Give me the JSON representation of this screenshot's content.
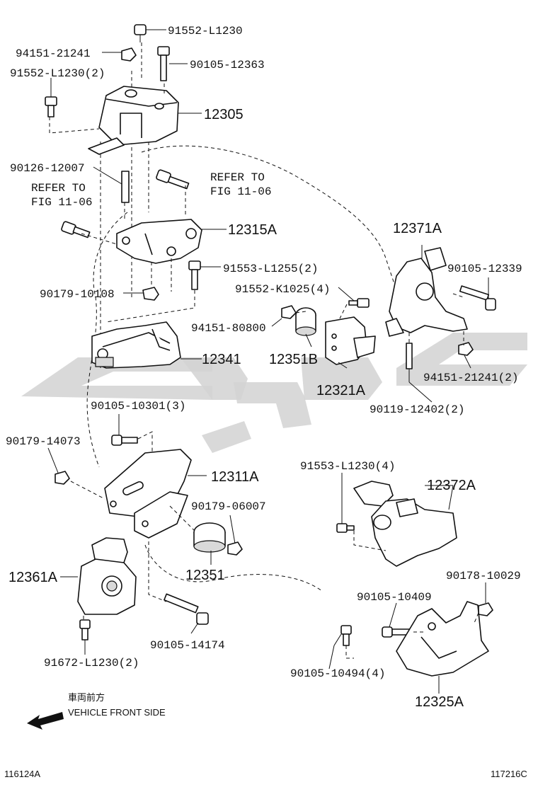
{
  "labels": {
    "p_91552_L1230": "91552-L1230",
    "p_94151_21241": "94151-21241",
    "p_91552_L1230_2": "91552-L1230(2)",
    "p_90105_12363": "90105-12363",
    "p_12305": "12305",
    "p_90126_12007": "90126-12007",
    "refer1_a": "REFER TO",
    "refer1_b": "FIG 11-06",
    "refer2_a": "REFER TO",
    "refer2_b": "FIG 11-06",
    "p_12315A": "12315A",
    "p_12371A": "12371A",
    "p_91553_L1255_2": "91553-L1255(2)",
    "p_90105_12339": "90105-12339",
    "p_90179_10108": "90179-10108",
    "p_91552_K1025_4": "91552-K1025(4)",
    "p_94151_80800": "94151-80800",
    "p_12341": "12341",
    "p_12351B": "12351B",
    "p_94151_21241_2": "94151-21241(2)",
    "p_12321A": "12321A",
    "p_90105_10301_3": "90105-10301(3)",
    "p_90119_12402_2": "90119-12402(2)",
    "p_90179_14073": "90179-14073",
    "p_12311A": "12311A",
    "p_91553_L1230_4": "91553-L1230(4)",
    "p_12372A": "12372A",
    "p_90179_06007": "90179-06007",
    "p_12361A": "12361A",
    "p_12351": "12351",
    "p_90178_10029": "90178-10029",
    "p_90105_10409": "90105-10409",
    "p_90105_14174": "90105-14174",
    "p_91672_L1230_2": "91672-L1230(2)",
    "p_90105_10494_4": "90105-10494(4)",
    "p_12325A": "12325A"
  },
  "direction": {
    "japanese": "車両前方",
    "english": "VEHICLE FRONT SIDE"
  },
  "footer": {
    "left_code": "116124A",
    "right_code": "117216C"
  }
}
